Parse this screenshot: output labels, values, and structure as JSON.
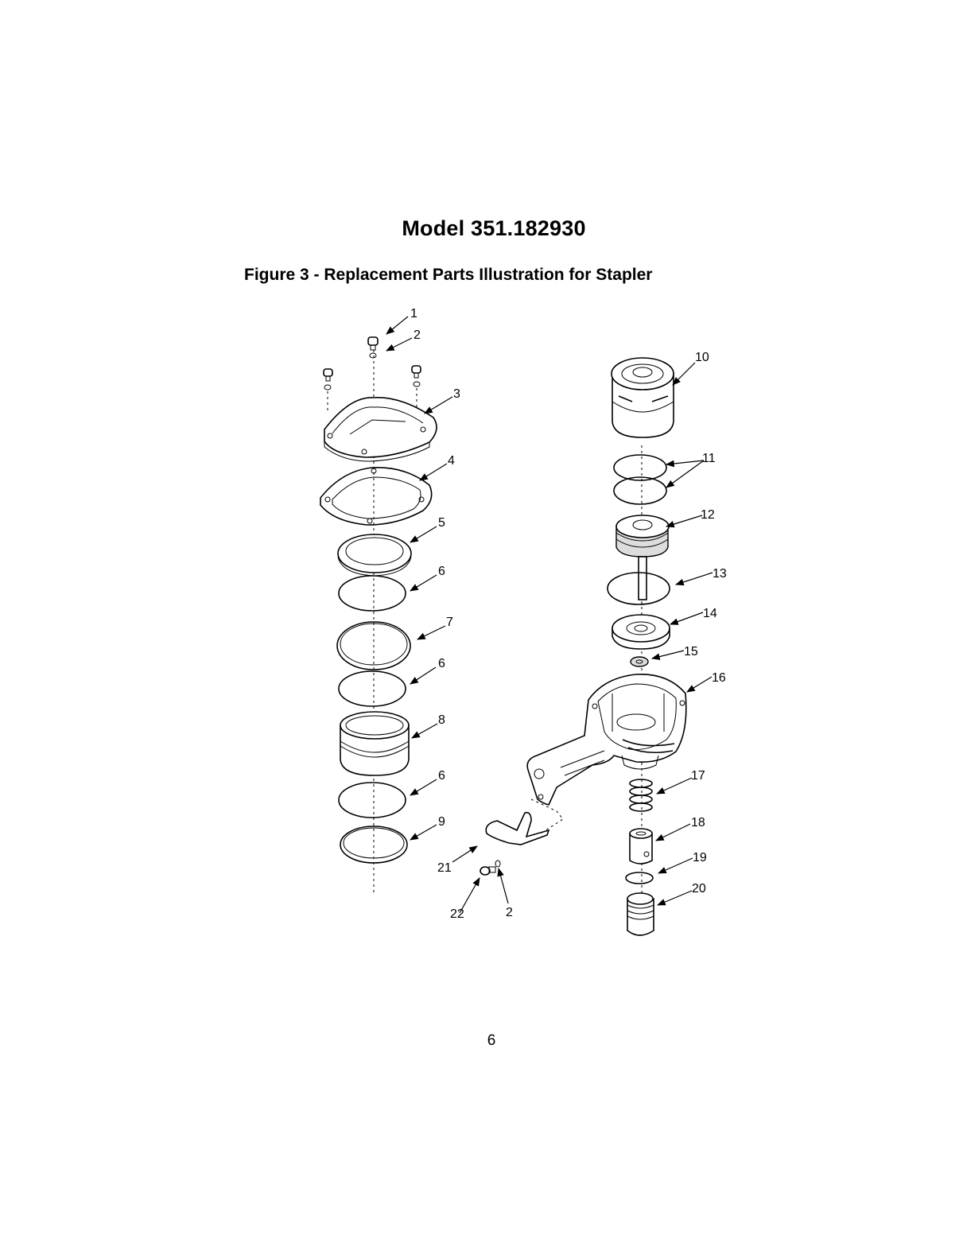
{
  "header": {
    "model_title": "Model 351.182930",
    "figure_caption": "Figure 3 - Replacement Parts Illustration for Stapler"
  },
  "callouts": [
    "1",
    "2",
    "3",
    "4",
    "5",
    "6",
    "7",
    "6",
    "8",
    "6",
    "9",
    "10",
    "11",
    "12",
    "13",
    "14",
    "15",
    "16",
    "17",
    "18",
    "19",
    "20",
    "21",
    "22",
    "2"
  ],
  "footer": {
    "page_number": "6"
  }
}
